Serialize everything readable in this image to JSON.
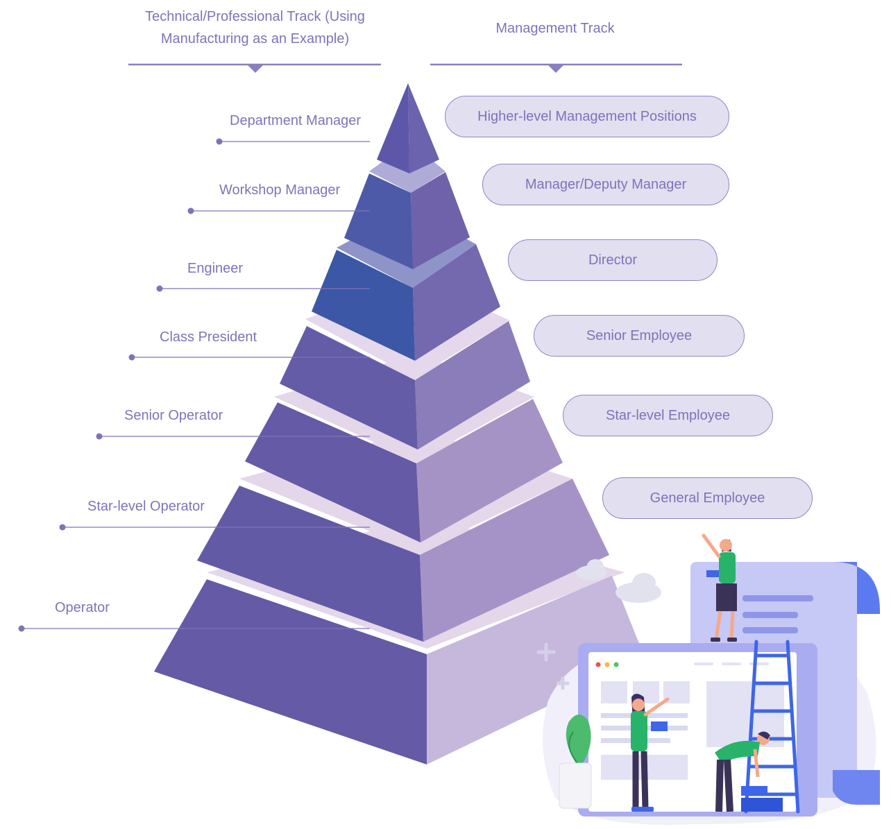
{
  "headers": {
    "technical_line1": "Technical/Professional Track (Using",
    "technical_line2": "Manufacturing as an Example)",
    "management": "Management Track"
  },
  "technical_track": [
    "Department Manager",
    "Workshop Manager",
    "Engineer",
    "Class President",
    "Senior Operator",
    "Star-level Operator",
    "Operator"
  ],
  "management_track": [
    "Higher-level Management Positions",
    "Manager/Deputy Manager",
    "Director",
    "Senior Employee",
    "Star-level Employee",
    "General Employee"
  ],
  "colors": {
    "accent": "#7f73b8",
    "pill_fill": "#e2dff0",
    "pyramid_left": "#645aa6",
    "pyramid_blue": "#3b58a6",
    "illustration_green": "#27b36a"
  }
}
